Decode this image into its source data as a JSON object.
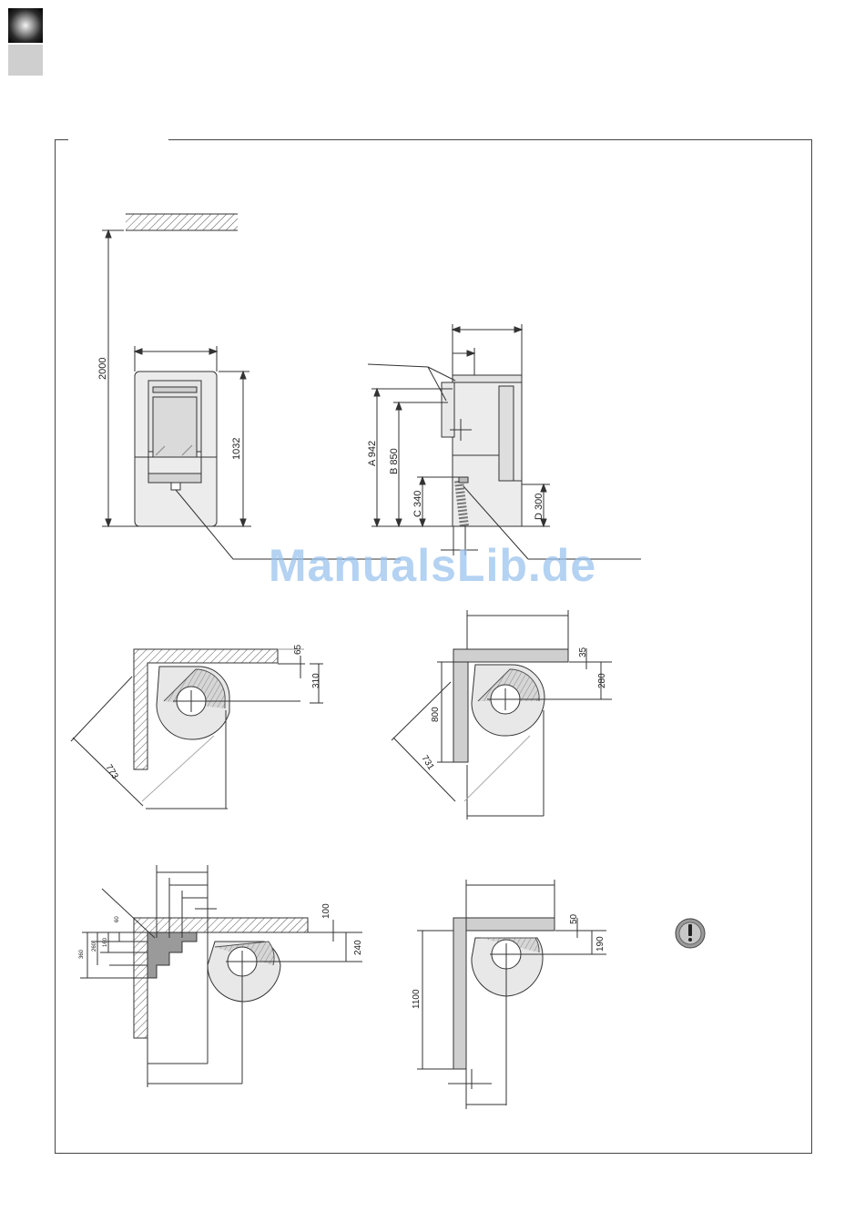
{
  "watermark": "ManualsLib.de",
  "front_view": {
    "height_total": "2000",
    "height_stove": "1032"
  },
  "side_view": {
    "A": "A 942",
    "B": "B 850",
    "C": "C 340",
    "D": "D 300"
  },
  "corner_45": {
    "wall_gap": "65",
    "depth": "310",
    "diagonal": "773"
  },
  "corner_offset": {
    "wall_gap": "35",
    "depth": "280",
    "side": "800",
    "diagonal": "731"
  },
  "corner_stepped": {
    "top": "100",
    "depth": "240",
    "step1": "60",
    "step2": "160",
    "step3": "260",
    "step4": "360"
  },
  "corner_wall": {
    "top": "50",
    "depth": "190",
    "side": "1100"
  },
  "icons": {
    "warning": "exclamation-circle-icon"
  }
}
